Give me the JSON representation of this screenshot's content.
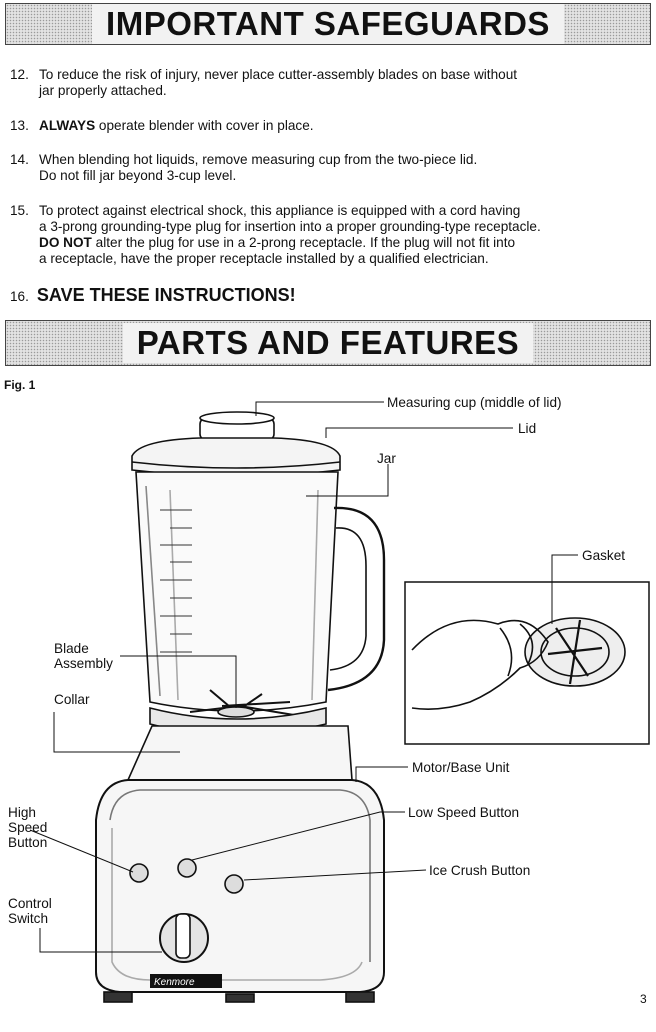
{
  "safeguards": {
    "title": "IMPORTANT SAFEGUARDS",
    "items": [
      {
        "num": "12.",
        "lines": [
          "To reduce the risk of injury, never place cutter-assembly blades on base without",
          "jar properly attached."
        ]
      },
      {
        "num": "13.",
        "bold": "ALWAYS",
        "rest": " operate blender with cover in place."
      },
      {
        "num": "14.",
        "lines": [
          "When blending hot liquids, remove measuring cup from the two-piece lid.",
          "Do not fill jar beyond 3-cup level."
        ]
      },
      {
        "num": "15.",
        "lines": [
          "To protect against electrical shock, this appliance is equipped with a cord having",
          "a 3-prong grounding-type plug for insertion into a proper grounding-type receptacle."
        ],
        "bold": "DO NOT",
        "rest": " alter the plug for use in a 2-prong receptacle. If the plug will not fit into",
        "last": "a receptacle, have the proper receptacle installed by a qualified electrician."
      }
    ],
    "save": {
      "num": "16.",
      "text": "SAVE THESE INSTRUCTIONS!"
    }
  },
  "parts": {
    "title": "PARTS AND FEATURES",
    "fig": "Fig. 1",
    "labels": {
      "measuring_cup": "Measuring cup (middle of lid)",
      "lid": "Lid",
      "jar": "Jar",
      "gasket": "Gasket",
      "blade_1": "Blade",
      "blade_2": "Assembly",
      "collar": "Collar",
      "motor": "Motor/Base Unit",
      "high_1": "High",
      "high_2": "Speed",
      "high_3": "Button",
      "low": "Low Speed Button",
      "ice": "Ice Crush Button",
      "control_1": "Control",
      "control_2": "Switch"
    },
    "brand": "Kenmore"
  },
  "page_number": "3"
}
